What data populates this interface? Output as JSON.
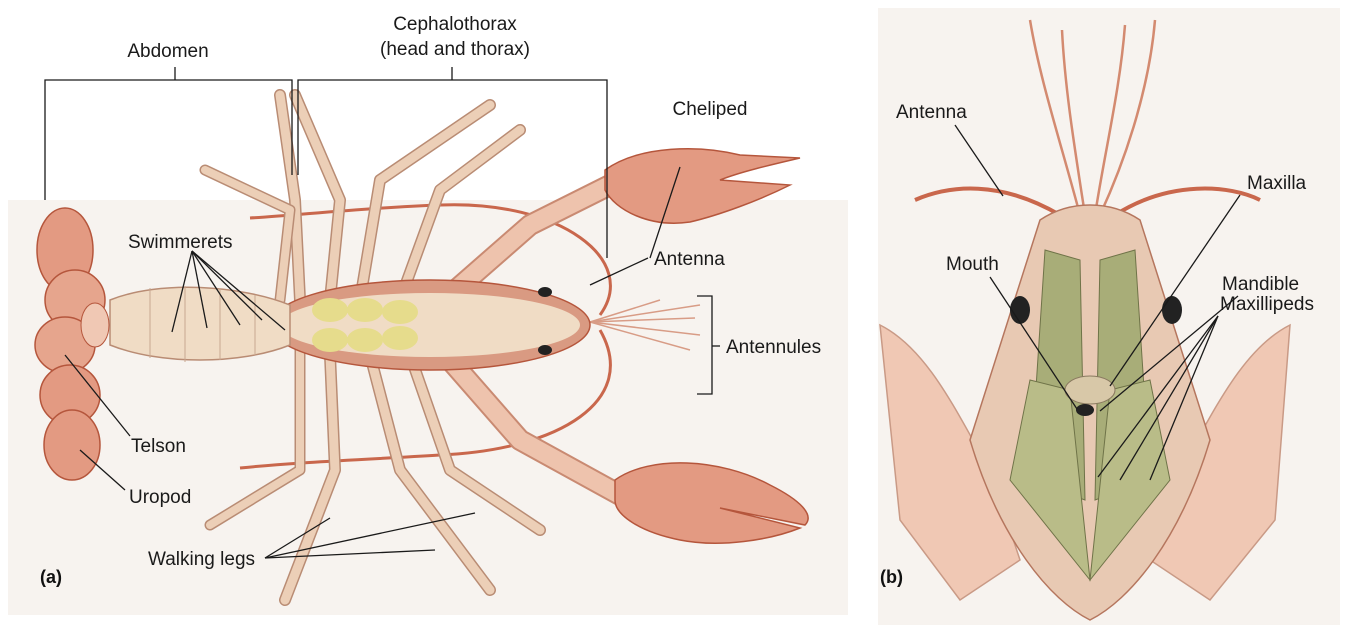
{
  "panel_a": {
    "letter": "(a)",
    "labels": {
      "abdomen": "Abdomen",
      "cephalothorax_1": "Cephalothorax",
      "cephalothorax_2": "(head and thorax)",
      "cheliped": "Cheliped",
      "swimmerets": "Swimmerets",
      "antenna": "Antenna",
      "antennules": "Antennules",
      "telson": "Telson",
      "uropod": "Uropod",
      "walking_legs": "Walking legs"
    }
  },
  "panel_b": {
    "letter": "(b)",
    "labels": {
      "antenna": "Antenna",
      "maxilla": "Maxilla",
      "mouth": "Mouth",
      "mandible": "Mandible",
      "maxillipeds": "Maxillipeds"
    }
  },
  "colors": {
    "shell": "#e3a28a",
    "shell_dark": "#c9674c",
    "leg": "#eccfb7",
    "leg_edge": "#b98c74",
    "swimmeret_yellow": "#e6dc8c",
    "mouthpart_green": "#a8ad78",
    "line": "#1a1a1a"
  }
}
